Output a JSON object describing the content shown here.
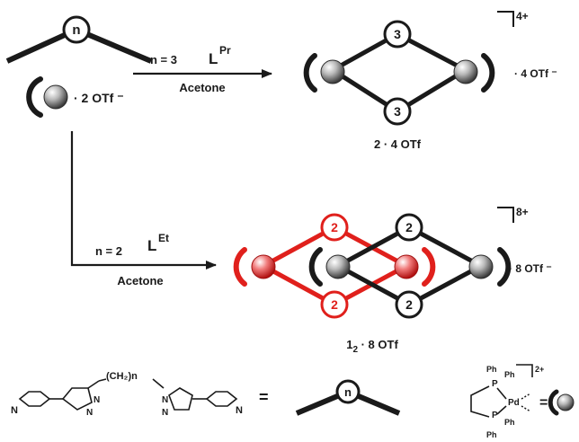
{
  "ligand_symbol": "n",
  "metal_salt": "· 2 OTf ⁻",
  "route_top": {
    "condition": "n = 3",
    "ligand": "L",
    "ligand_sup": "Pr",
    "solvent": "Acetone",
    "bridge_label": "3",
    "charge": "4+",
    "counterion": "· 4 OTf ⁻",
    "product": "2 · 4 OTf"
  },
  "route_bottom": {
    "condition": "n = 2",
    "ligand": "L",
    "ligand_sup": "Et",
    "solvent": "Acetone",
    "bridge_label": "2",
    "charge": "8+",
    "counterion": "· 8 OTf ⁻",
    "product_pre": "1",
    "product_sub": "2",
    "product_post": " · 8 OTf"
  },
  "legend": {
    "linker": "(CH₂)n",
    "eq1": "=",
    "ligand_symbol": "n",
    "phenyl": "Ph",
    "phosphorus": "P",
    "palladium": "Pd",
    "complex_charge": "2+",
    "eq2": "="
  },
  "colors": {
    "ink": "#1a1a1a",
    "highlight": "#e0201c",
    "metal_shade": "#555555"
  }
}
